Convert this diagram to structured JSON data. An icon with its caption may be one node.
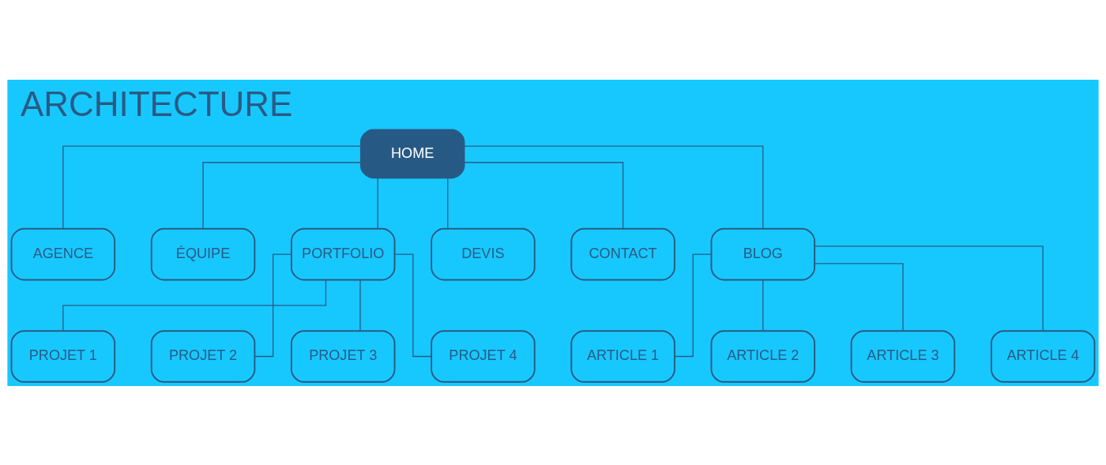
{
  "diagram": {
    "title": "ARCHITECTURE",
    "nodes": [
      {
        "text": [
          "HOME"
        ]
      },
      {
        "text": [
          "AGENCE"
        ]
      },
      {
        "text": [
          "ÉQUIPE"
        ]
      },
      {
        "text": [
          "PORTFOLIO"
        ]
      },
      {
        "text": [
          "DEVIS"
        ]
      },
      {
        "text": [
          "CONTACT"
        ]
      },
      {
        "text": [
          "BLOG"
        ]
      },
      {
        "text": [
          "PROJET 1"
        ]
      },
      {
        "text": [
          "PROJET 2"
        ]
      },
      {
        "text": [
          "PROJET 3"
        ]
      },
      {
        "text": [
          "PROJET 4"
        ]
      },
      {
        "text": [
          "ARTICLE 1"
        ]
      },
      {
        "text": [
          "ARTICLE 2"
        ]
      },
      {
        "text": [
          "ARTICLE 3"
        ]
      },
      {
        "text": [
          "ARTICLE 4"
        ]
      }
    ],
    "edges": [
      {
        "from": 0,
        "to": 1,
        "arrow": "none"
      },
      {
        "from": 0,
        "to": 2,
        "arrow": "none"
      },
      {
        "from": 0,
        "to": 3,
        "arrow": "none"
      },
      {
        "from": 0,
        "to": 4,
        "arrow": "none"
      },
      {
        "from": 0,
        "to": 5,
        "arrow": "none"
      },
      {
        "from": 0,
        "to": 6,
        "arrow": "none"
      },
      {
        "from": 3,
        "to": 7,
        "arrow": "none"
      },
      {
        "from": 3,
        "to": 8,
        "arrow": "none"
      },
      {
        "from": 3,
        "to": 9,
        "arrow": "none"
      },
      {
        "from": 3,
        "to": 10,
        "arrow": "none"
      },
      {
        "from": 6,
        "to": 11,
        "arrow": "none"
      },
      {
        "from": 6,
        "to": 12,
        "arrow": "none"
      },
      {
        "from": 6,
        "to": 13,
        "arrow": "none"
      },
      {
        "from": 6,
        "to": 14,
        "arrow": "none"
      }
    ]
  }
}
